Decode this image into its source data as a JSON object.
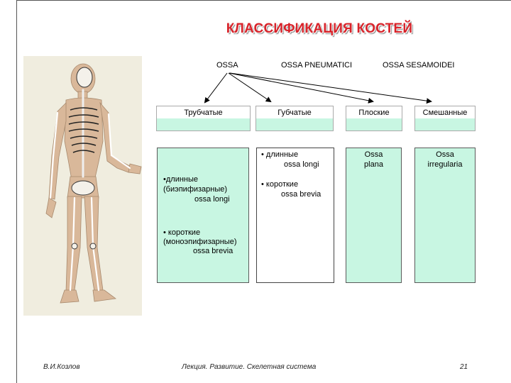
{
  "title": "КЛАССИФИКАЦИЯ КОСТЕЙ",
  "categories": {
    "ossa": "OSSA",
    "pneumatici": "OSSA PNEUMATICI",
    "sesamoidei": "OSSA SESAMOIDEI"
  },
  "headers": {
    "tubular": "Трубчатые",
    "spongy": "Губчатые",
    "flat": "Плоские",
    "mixed": "Смешанные"
  },
  "tubular_box": {
    "long_1": "•длинные",
    "long_2": "(биэпифизарные)",
    "long_3": "ossa longi",
    "short_1": "• короткие",
    "short_2": "(моноэпифизарные)",
    "short_3": "ossa brevia"
  },
  "spongy_box": {
    "long_1": "• длинные",
    "long_2": "ossa longi",
    "short_1": "• короткие",
    "short_2": "ossa brevia"
  },
  "flat_box": {
    "line1": "Ossa",
    "line2": "plana"
  },
  "mixed_box": {
    "line1": "Ossa",
    "line2": "irregularia"
  },
  "footer": {
    "author": "В.И.Козлов",
    "lecture": "Лекция.  Развитие. Скелетная система",
    "page": "21"
  },
  "colors": {
    "title": "#d8232a",
    "box_fill": "#c8f6e2"
  }
}
